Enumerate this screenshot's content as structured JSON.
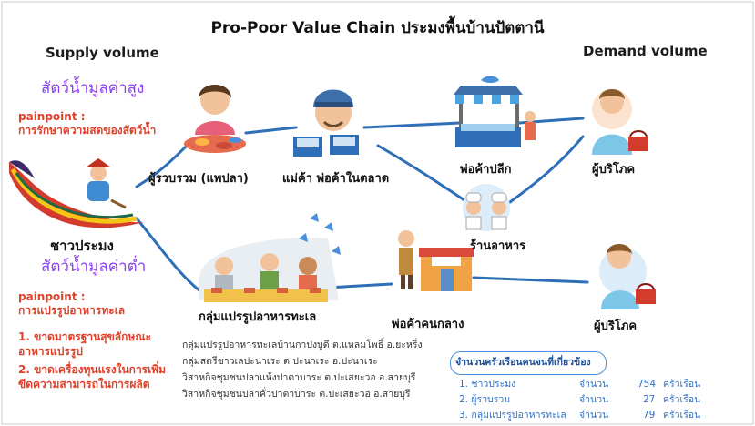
{
  "title": "Pro-Poor Value Chain ประมงพื้นบ้านปัตตานี",
  "supply": {
    "heading": "Supply volume",
    "high_value": "สัตว์น้ำมูลค่าสูง",
    "painpoint_label_1": "painpoint :",
    "painpoint_text_1": "การรักษาความสดของสัตว์น้ำ",
    "fisher_label": "ชาวประมง",
    "low_value": "สัตว์น้ำมูลค่าต่ำ",
    "painpoint_label_2": "painpoint :",
    "painpoint_text_2": "การแปรรูปอาหารทะเล",
    "issues": [
      "1. ขาดมาตรฐานสุขลักษณะ",
      "อาหารแปรรูป",
      "2. ขาดเครื่องทุนแรงในการเพิ่ม",
      "ขีดความสามารถในการผลิต"
    ]
  },
  "demand": {
    "heading": "Demand volume"
  },
  "nodes": {
    "collector": "ผู้รวบรวม (แพปลา)",
    "market": "แม่ค้า พ่อค้าในตลาด",
    "retailer": "พ่อค้าปลีก",
    "consumer1": "ผู้บริโภค",
    "restaurant": "ร้านอาหาร",
    "processing": "กลุ่มแปรรูปอาหารทะเล",
    "middleman": "พ่อค้าคนกลาง",
    "consumer2": "ผู้บริโภค"
  },
  "icons": {
    "boat": "fishing-boat-icon",
    "collector": "fish-collector-icon",
    "market": "market-vendor-icon",
    "retailer": "retail-stall-icon",
    "consumer": "consumer-with-basket-icon",
    "restaurant": "chef-icon",
    "processing": "processing-group-icon",
    "middleman": "shop-keeper-icon"
  },
  "groups": [
    "กลุ่มแปรรูปอาหารทะเลบ้านกาปงบูดี ต.แหลมโพธิ์ อ.ยะหริ่ง",
    "กลุ่มสตรีชาวเลปะนาเระ ต.ปะนาเระ อ.ปะนาเระ",
    "วิสาหกิจชุมชนปลาแห้งปาตาบาระ ต.ปะเสยะวอ อ.สายบุรี",
    "วิสาหกิจชุมชนปลาคั่วปาตาบาระ ต.ปะเสยะวอ อ.สายบุรี"
  ],
  "households": {
    "heading": "จำนวนครัวเรือนคนจนที่เกี่ยวข้อง",
    "rows": [
      {
        "label": "1. ชาวประมง",
        "amount_label": "จำนวน",
        "value": "754",
        "unit": "ครัวเรือน"
      },
      {
        "label": "2. ผู้รวบรวม",
        "amount_label": "จำนวน",
        "value": "27",
        "unit": "ครัวเรือน"
      },
      {
        "label": "3. กลุ่มแปรรูปอาหารทะเล",
        "amount_label": "จำนวน",
        "value": "79",
        "unit": "ครัวเรือน"
      }
    ]
  },
  "colors": {
    "connector": "#2f6fb8",
    "purple_text": "#8a3ff0",
    "painpoint_red": "#e0412b",
    "table_blue": "#2f6fc4"
  }
}
